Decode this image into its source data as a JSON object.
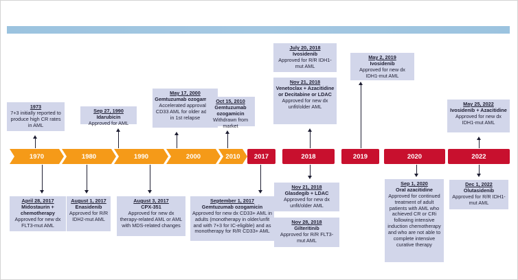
{
  "timeline": {
    "years": [
      "1970",
      "1980",
      "1990",
      "2000",
      "2010",
      "2017",
      "2018",
      "2019",
      "2020",
      "2022"
    ]
  },
  "events": {
    "e1973": {
      "date": "1973",
      "body": "7+3 initially reported to produce high CR rates in AML"
    },
    "e1990": {
      "date": "Sep 27, 1990",
      "heading": "Idarubicin",
      "body": "Approved for AML"
    },
    "e2000": {
      "date": "May 17, 2000",
      "heading": "Gemtuzumab ozogamicin",
      "body": "Accelerated approval in CD33 AML for older adults in 1st relapse"
    },
    "e2010": {
      "date": "Oct 15, 2010",
      "heading": "Gemtuzumab ozogamicin",
      "body": "Withdrawn from market"
    },
    "e2018jul": {
      "date": "July 20, 2018",
      "heading": "Ivosidenib",
      "body": "Approved for R/R IDH1-mut AML"
    },
    "e2018nov": {
      "date": "Nov 21, 2018",
      "heading": "Venetoclax + Azacitidine or Decitabine or LDAC",
      "body": "Approved for new dx unfit/older AML"
    },
    "e2019": {
      "date": "May 2, 2019",
      "heading": "Ivosidenib",
      "body": "Approved for new dx IDH1-mut AML"
    },
    "e2022may": {
      "date": "May 25, 2022",
      "heading": "Ivosidenib + Azacitidine",
      "body": "Approved for new dx IDH1-mut AML"
    },
    "e2017apr": {
      "date": "April 28, 2017",
      "heading": "Midostaurin + chemotherapy",
      "body": "Approved for new dx FLT3-mut AML"
    },
    "e2017aug1": {
      "date": "August 1, 2017",
      "heading": "Enasidenib",
      "body": "Approved for R/R IDH2-mut AML"
    },
    "e2017aug3": {
      "date": "August 3, 2017",
      "heading": "CPX-351",
      "body": "Approved for new dx therapy-related AML or AML with MDS-related changes"
    },
    "e2017sep": {
      "date": "September 1, 2017",
      "heading": "Gemtuzumab ozogamicin",
      "body": "Approved for new dx CD33+ AML in adults (monotherapy in older/unfit and with 7+3 for IC-eligible) and as monotherapy for R/R CD33+ AML"
    },
    "e2018glas": {
      "date": "Nov 21, 2018",
      "heading": "Glasdegib + LDAC",
      "body": "Approved for new dx unfit/older AML"
    },
    "e2018gilt": {
      "date": "Nov 28, 2018",
      "heading": "Gilteritinib",
      "body": "Approved for R/R FLT3-mut AML"
    },
    "e2020": {
      "date": "Sep 1, 2020",
      "heading": "Oral azacitidine",
      "body": "Approved for continued treatment of adult patients with AML who achieved CR or CRi following intensive induction chemotherapy and who are not able to complete intensive curative therapy"
    },
    "e2022dec": {
      "date": "Dec 1, 2022",
      "heading": "Olutasidenib",
      "body": "Approved for R/R IDH1-mut AML"
    }
  },
  "colors": {
    "decade_segment": "#f59a18",
    "year_segment": "#c8102e",
    "event_box": "#d2d6ea",
    "top_bar": "#9bc3df"
  }
}
